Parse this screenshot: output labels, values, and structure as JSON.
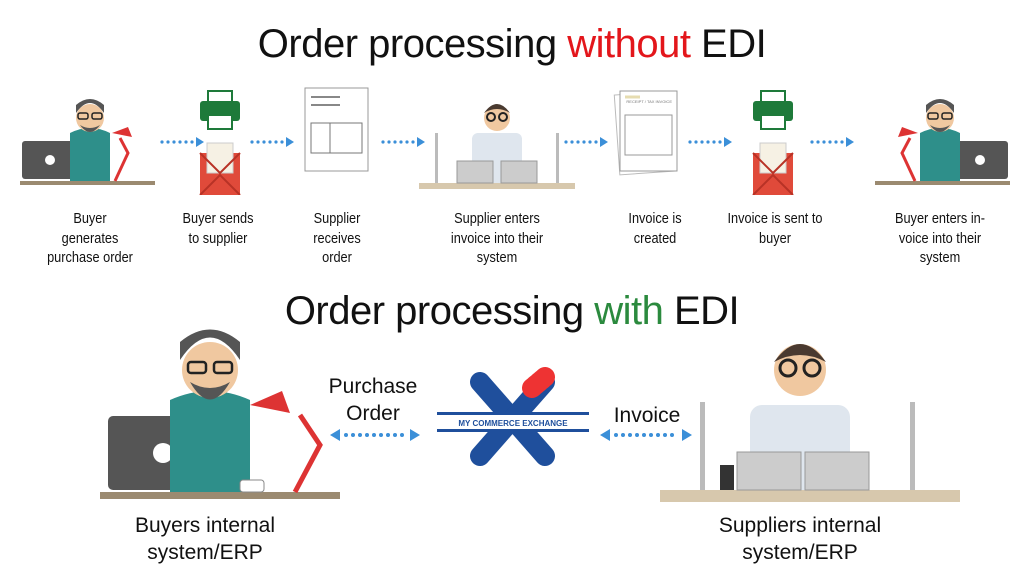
{
  "top_title": {
    "prefix": "Order processing ",
    "highlight": "without",
    "suffix": " EDI",
    "highlight_color": "#e3161b"
  },
  "bottom_title": {
    "prefix": "Order processing ",
    "highlight": "with",
    "suffix": " EDI",
    "highlight_color": "#2b8a3e"
  },
  "steps": [
    {
      "label": "Buyer generates purchase order",
      "icon": "buyer-laptop-icon"
    },
    {
      "label": "Buyer sends to supplier",
      "icon": "printer-mail-icon"
    },
    {
      "label": "Supplier receives order",
      "icon": "document-icon"
    },
    {
      "label": "Supplier enters invoice into their system",
      "icon": "supplier-desk-icon"
    },
    {
      "label": "Invoice is created",
      "icon": "invoice-document-icon"
    },
    {
      "label": "Invoice is sent to buyer",
      "icon": "printer-mail-icon"
    },
    {
      "label": "Buyer enters in-voice into their system",
      "icon": "buyer-laptop-icon"
    }
  ],
  "invoice_doc_text": "RECEIPT / TAX INVOICE",
  "edi": {
    "buyer_label": "Buyers internal system/ERP",
    "supplier_label": "Suppliers internal system/ERP",
    "purchase_order_label": "Purchase Order",
    "invoice_label": "Invoice",
    "logo_text": "MY COMMERCE EXCHANGE"
  },
  "colors": {
    "arrow": "#3b8fd8",
    "logo_blue": "#1f4f9c",
    "printer_green": "#1e7a3a",
    "envelope_red": "#e04a3a"
  }
}
